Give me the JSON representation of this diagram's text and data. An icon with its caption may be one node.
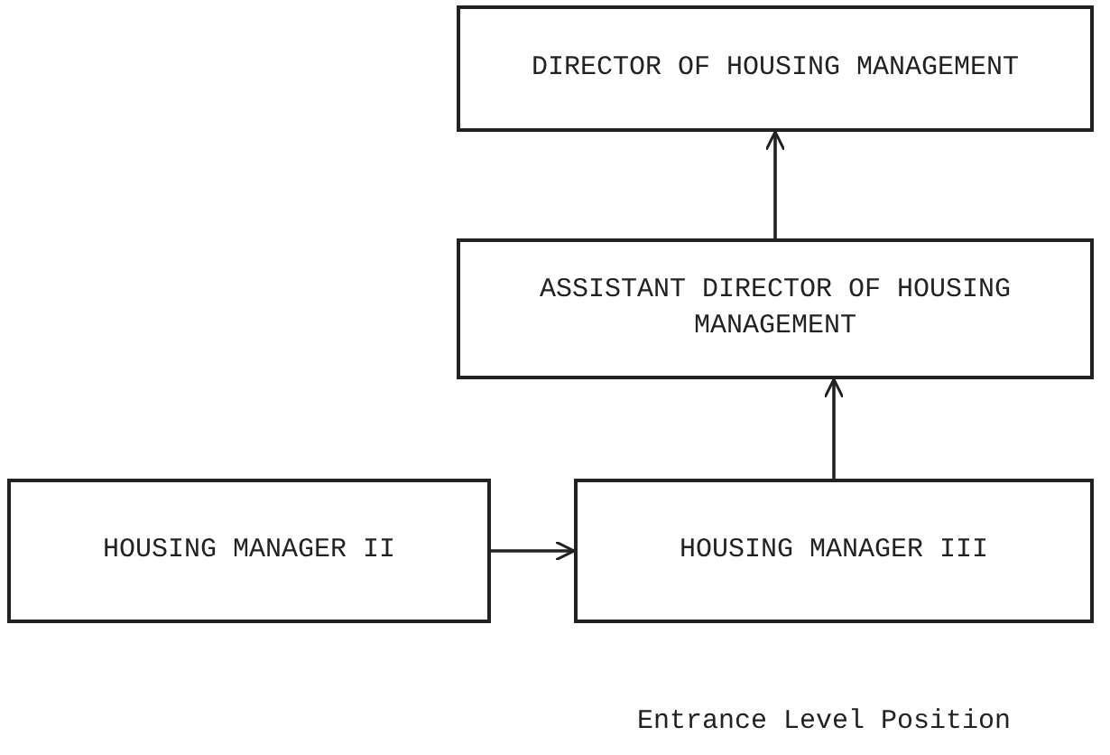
{
  "diagram": {
    "nodes": [
      {
        "text": [
          "DIRECTOR OF HOUSING MANAGEMENT"
        ]
      },
      {
        "text": [
          "ASSISTANT DIRECTOR OF HOUSING MANAGEMENT"
        ]
      },
      {
        "text": [
          "HOUSING MANAGER II"
        ]
      },
      {
        "text": [
          "HOUSING MANAGER III"
        ],
        "beside": [
          "Entrance Level Position"
        ]
      }
    ],
    "edges": [
      {
        "from": 3,
        "to": 1,
        "arrow": "to"
      },
      {
        "from": 1,
        "to": 0,
        "arrow": "to"
      },
      {
        "from": 2,
        "to": 3,
        "arrow": "to"
      }
    ]
  }
}
